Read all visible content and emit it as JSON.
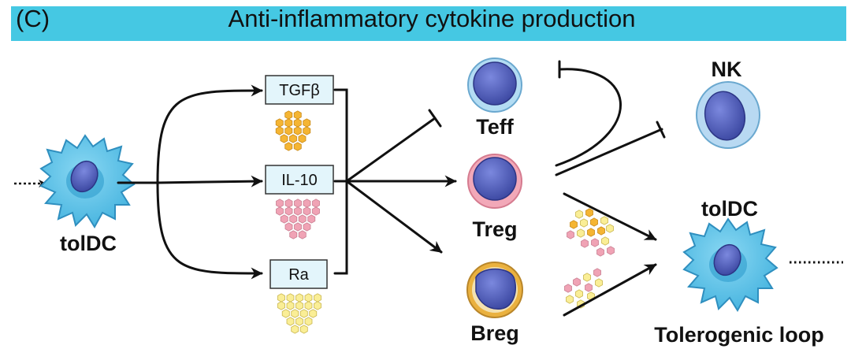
{
  "header": {
    "panel_label": "(C)",
    "title": "Anti-inflammatory cytokine production"
  },
  "cytokines": [
    {
      "id": "tgfb",
      "label": "TGFβ",
      "granule_color": "#f5b533"
    },
    {
      "id": "il10",
      "label": "IL-10",
      "granule_color": "#f0a3b5"
    },
    {
      "id": "ra",
      "label": "Ra",
      "granule_color": "#faee96"
    }
  ],
  "cells": {
    "toldc_left": "tolDC",
    "teff": "Teff",
    "treg": "Treg",
    "breg": "Breg",
    "nk": "NK",
    "toldc_right": "tolDC"
  },
  "footer": {
    "loop_label": "Tolerogenic loop"
  },
  "colors": {
    "banner": "#45c8e3",
    "dc_body": "#5cc3e8",
    "nucleus": "#4a58b8",
    "teff_ring": "#b3dcf3",
    "treg_ring": "#f2a8b8",
    "breg_ring": "#eab13f",
    "nk_body": "#b8d9f2"
  }
}
